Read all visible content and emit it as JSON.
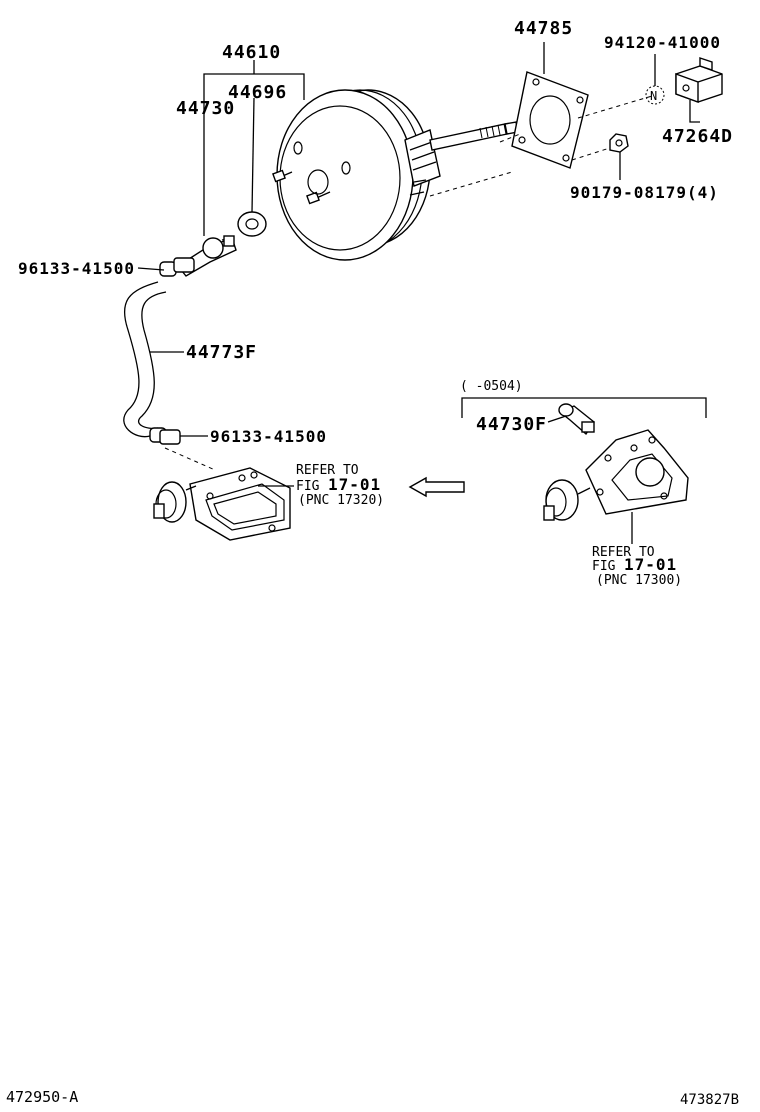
{
  "labels": {
    "l44610": "44610",
    "l44696": "44696",
    "l44730": "44730",
    "l44785": "44785",
    "l9412041000": "94120-41000",
    "l47264d": "47264D",
    "l9017908179": "90179-08179(4)",
    "l9613341500a": "96133-41500",
    "l44773f": "44773F",
    "l9613341500b": "96133-41500",
    "l44730f": "44730F",
    "n_mark": "N"
  },
  "range_note": "(      -0504)",
  "refer_left": {
    "line1": "REFER TO",
    "line2a": "FIG",
    "line2b": "17-01",
    "line3": "(PNC 17320)"
  },
  "refer_right": {
    "line1": "REFER TO",
    "line2a": "FIG",
    "line2b": "17-01",
    "line3": "(PNC 17300)"
  },
  "footer": {
    "left_code": "472950-A",
    "right_code": "473827B"
  }
}
